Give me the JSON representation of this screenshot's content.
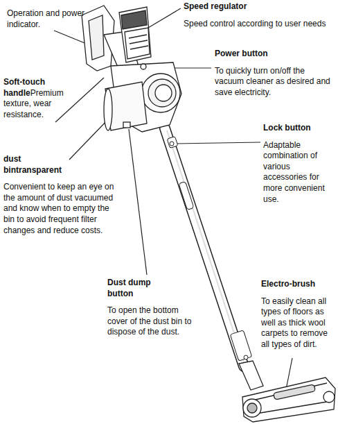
{
  "diagram": {
    "labels": [
      "Operation and power indicator.",
      "Speed regulator",
      "Speed control according to user needs",
      "Power button",
      "To quickly turn on/off the vacuum cleaner as desired and save electricity.",
      "Soft-touch handle",
      "Premium texture, wear resistance.",
      "dust bintransparent",
      "Convenient to keep an eye on the amount of dust vacuumed and know when to empty the bin to avoid frequent filter changes and reduce costs.",
      "Lock button",
      "Adaptable combination of various accessories for more convenient use.",
      "Dust dump button",
      "To open the bottom cover of the dust bin to dispose of the dust.",
      "Electro-brush",
      "To easily clean all types of floors as well as thick wool carpets to remove all types of dirt."
    ]
  }
}
